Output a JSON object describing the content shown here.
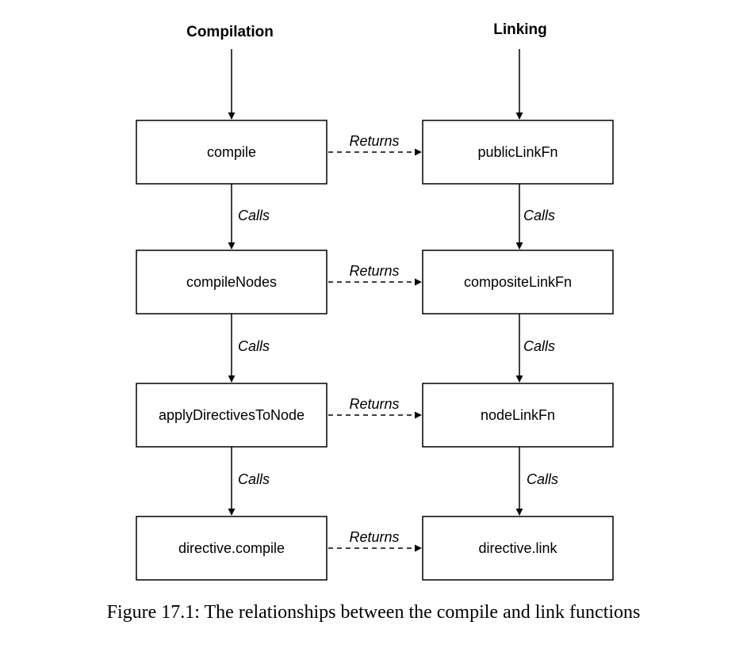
{
  "headers": {
    "left": "Compilation",
    "right": "Linking"
  },
  "left_nodes": [
    "compile",
    "compileNodes",
    "applyDirectivesToNode",
    "directive.compile"
  ],
  "right_nodes": [
    "publicLinkFn",
    "compositeLinkFn",
    "nodeLinkFn",
    "directive.link"
  ],
  "edge_labels": {
    "returns": "Returns",
    "calls": "Calls"
  },
  "caption": "Figure 17.1: The relationships between the compile and link functions"
}
